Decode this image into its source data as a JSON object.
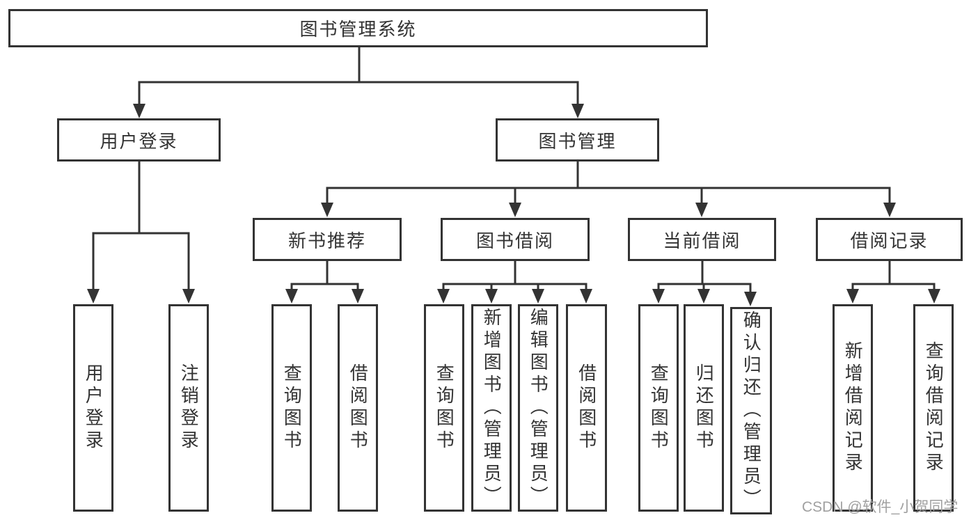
{
  "colors": {
    "stroke": "#333333",
    "box_fill": "#ffffff",
    "text": "#333333",
    "watermark": "#a0a0a0"
  },
  "watermark": "CSDN @软件_小贺同学",
  "nodes": {
    "root": "图书管理系统",
    "user_login": "用户登录",
    "book_management": "图书管理",
    "new_book_recommend": "新书推荐",
    "book_borrow": "图书借阅",
    "current_borrow": "当前借阅",
    "borrow_records": "借阅记录",
    "leaf_user_login": "用户登录",
    "leaf_logout": "注销登录",
    "leaf_nb_query_books": "查询图书",
    "leaf_nb_borrow_books": "借阅图书",
    "leaf_bb_query_books": "查询图书",
    "leaf_bb_add_book_admin": "新增图书（管理员）",
    "leaf_bb_edit_book_admin": "编辑图书（管理员）",
    "leaf_bb_borrow_books": "借阅图书",
    "leaf_cb_query_books": "查询图书",
    "leaf_cb_return_books": "归还图书",
    "leaf_cb_confirm_return_admin": "确认归还（管理员）",
    "leaf_br_add_record": "新增借阅记录",
    "leaf_br_query_record": "查询借阅记录"
  }
}
